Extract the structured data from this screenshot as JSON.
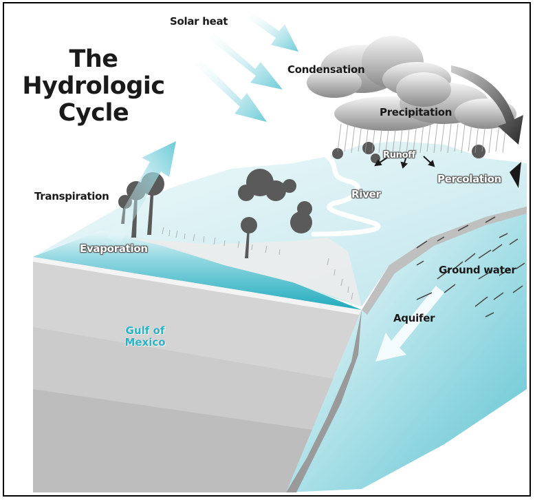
{
  "title": {
    "line1": "The",
    "line2": "Hydrologic",
    "line3": "Cycle"
  },
  "labels": {
    "solar_heat": "Solar heat",
    "condensation": "Condensation",
    "precipitation": "Precipitation",
    "transpiration": "Transpiration",
    "evaporation": "Evaporation",
    "runoff": "Runoff",
    "river": "River",
    "percolation": "Percolation",
    "ground_water": "Ground water",
    "aquifer": "Aquifer",
    "gulf_line1": "Gulf of",
    "gulf_line2": "Mexico"
  },
  "colors": {
    "water": "#2ab3c4",
    "light_water": "#bfe6ec",
    "land": "#d9eef2",
    "block_gray": "#cfcfcf",
    "cloud": "#8e8e8e",
    "arrow": "#8fd3de"
  }
}
